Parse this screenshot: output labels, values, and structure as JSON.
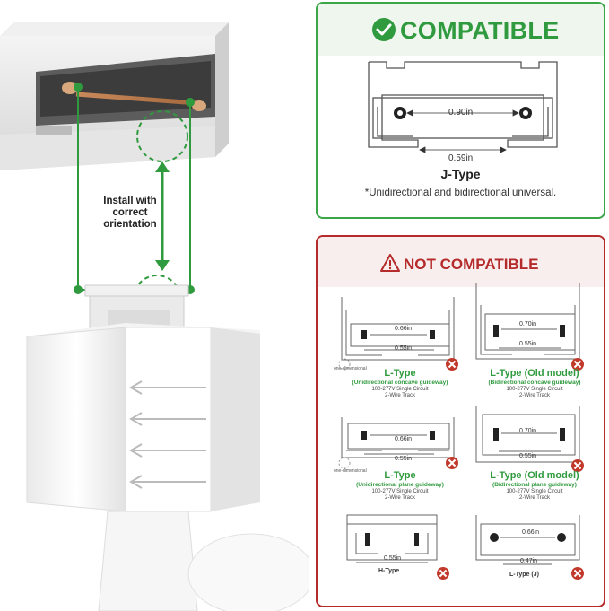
{
  "left": {
    "install_text_line1": "Install with",
    "install_text_line2": "correct",
    "install_text_line3": "orientation"
  },
  "compatible": {
    "title": "COMPATIBLE",
    "dim_top": "0.90in",
    "dim_bottom": "0.59in",
    "type_label": "J-Type",
    "note": "*Unidirectional and bidirectional universal.",
    "accent_color": "#2f9a3e"
  },
  "not_compatible": {
    "title": "NOT COMPATIBLE",
    "accent_color": "#b52a2a",
    "items": [
      {
        "type": "L-Type",
        "sub": "(Unidirectional concave guideway)",
        "spec1": "100-277V Single Circuit",
        "spec2": "2-Wire Track",
        "dim_top": "0.66in",
        "dim_bottom": "0.55in",
        "extra": "one-dimensional"
      },
      {
        "type": "L-Type (Old model)",
        "sub": "(Bidirectional concave guideway)",
        "spec1": "100-277V Single Circuit",
        "spec2": "2-Wire Track",
        "dim_top": "0.70in",
        "dim_bottom": "0.55in"
      },
      {
        "type": "L-Type",
        "sub": "(Unidirectional plane guideway)",
        "spec1": "100-277V Single Circuit",
        "spec2": "2-Wire Track",
        "dim_top": "0.66in",
        "dim_bottom": "0.55in",
        "extra": "one-dimensional"
      },
      {
        "type": "L-Type (Old model)",
        "sub": "(Bidirectional plane guideway)",
        "spec1": "100-277V Single Circuit",
        "spec2": "2-Wire Track",
        "dim_top": "0.70in",
        "dim_bottom": "0.55in"
      },
      {
        "type": "H-Type",
        "dim_bottom": "0.55in"
      },
      {
        "type": "L-Type (J)",
        "dim_top": "0.66in",
        "dim_bottom": "0.47in"
      }
    ]
  }
}
